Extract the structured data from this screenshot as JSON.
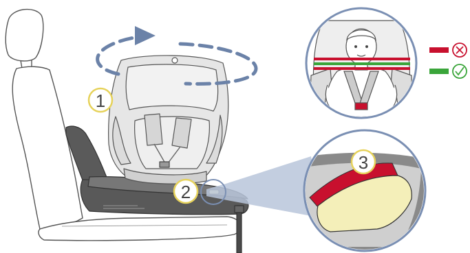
{
  "illustration": {
    "callouts": [
      {
        "id": "1",
        "label": "1"
      },
      {
        "id": "2",
        "label": "2"
      },
      {
        "id": "3",
        "label": "3"
      }
    ],
    "colors": {
      "outline": "#444444",
      "seat_fill": "#e9e9e9",
      "base_dark": "#545454",
      "callout_yellow": "#e6d25a",
      "arrow_blue": "#6b82a8",
      "zoom_blue": "#b8c6db",
      "indicator_red": "#c8102e",
      "indicator_green": "#3aa53a",
      "indicator_cream": "#f4efb9"
    },
    "icons": {
      "wrong": "cross-circle-icon",
      "correct": "check-circle-icon",
      "rotation": "rotation-arrow-icon"
    }
  }
}
